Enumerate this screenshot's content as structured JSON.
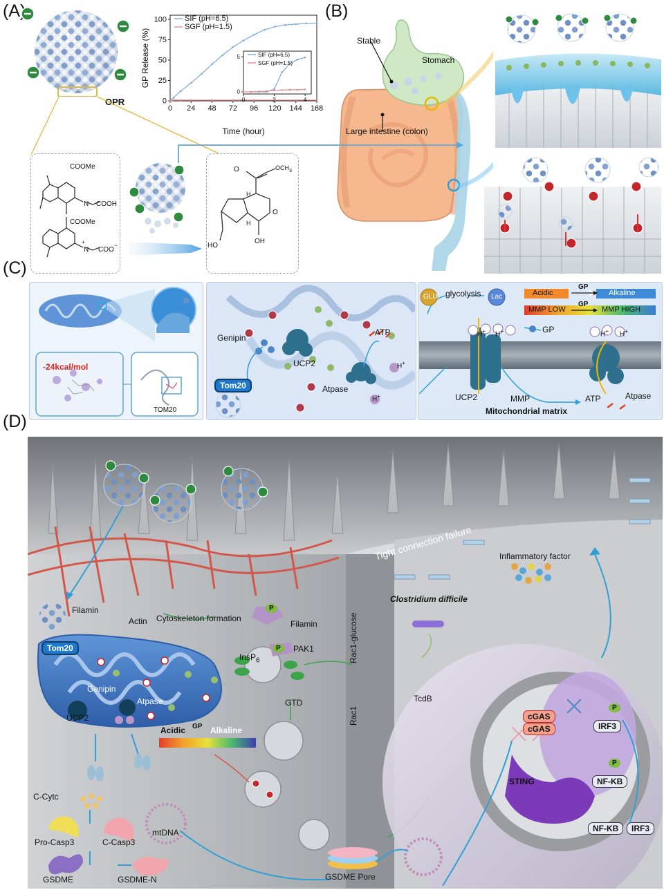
{
  "panels": {
    "a": "(A)",
    "b": "(B)",
    "c": "(C)",
    "d": "(D)"
  },
  "panel_a": {
    "particle_label": "OPR",
    "structure_left": {
      "ester_1": "COOMe",
      "acid_1": "COOH",
      "ester_2": "COOMe",
      "acid_2": "COO",
      "charge_neg": "−",
      "charge_pos": "+",
      "n_1": "N",
      "n_2": "N"
    },
    "structure_right": {
      "ester": "OCH",
      "ester_sub": "3",
      "ho": "HO",
      "oh": "OH",
      "h_top": "H",
      "h_bottom": "H",
      "o_ring": "O",
      "o_carbonyl": "O"
    }
  },
  "chart_data": {
    "type": "line",
    "xlabel": "Time (hour)",
    "ylabel": "GP Release (%)",
    "xlim": [
      0,
      168
    ],
    "ylim": [
      0,
      105
    ],
    "xticks": [
      0,
      24,
      48,
      72,
      96,
      120,
      144,
      168
    ],
    "yticks": [
      0,
      25,
      50,
      75,
      100
    ],
    "legend_position": "top-left",
    "series": [
      {
        "name": "SIF (pH=6.5)",
        "color": "#7aa7dc",
        "x": [
          0,
          4,
          12,
          24,
          36,
          48,
          60,
          72,
          84,
          96,
          108,
          120,
          132,
          144,
          156,
          168
        ],
        "y": [
          0,
          4,
          12,
          22,
          33,
          45,
          56,
          66,
          74,
          81,
          87,
          91,
          93,
          94,
          95,
          95
        ]
      },
      {
        "name": "SGF (pH=1.5)",
        "color": "#e58a8a",
        "x": [
          0,
          4,
          12,
          24,
          48,
          72,
          96,
          120,
          144,
          168
        ],
        "y": [
          0,
          1,
          1,
          1,
          1,
          1,
          1,
          1,
          1,
          1
        ]
      }
    ],
    "inset": {
      "xlim": [
        0,
        4.4
      ],
      "ylim": [
        -0.3,
        5.8
      ],
      "xticks": [
        0,
        2,
        4
      ],
      "yticks": [
        0,
        5
      ],
      "legend_position": "top-left",
      "series": [
        {
          "name": "SIF (pH=6.5)",
          "color": "#7aa7dc",
          "x": [
            0,
            0.5,
            1,
            1.5,
            2,
            2.5,
            3,
            3.5,
            4
          ],
          "y": [
            0,
            0,
            0,
            0,
            0.4,
            2.8,
            4.0,
            4.6,
            4.9
          ]
        },
        {
          "name": "SGF (pH=1.5)",
          "color": "#e58a8a",
          "x": [
            0,
            0.5,
            1,
            1.5,
            2,
            2.5,
            3,
            3.5,
            4
          ],
          "y": [
            0,
            0,
            0.05,
            0.1,
            0.2,
            0.25,
            0.3,
            0.3,
            0.35
          ]
        }
      ]
    }
  },
  "panel_b": {
    "stable": "Stable",
    "stomach": "Stomach",
    "colon": "Large intestine (colon)"
  },
  "panel_c": {
    "energy": "-24kcal/mol",
    "tom20": "TOM20",
    "genipin": "Genipin",
    "ucp2": "UCP2",
    "atpase": "Atpase",
    "atp": "ATP",
    "tom20_pill": "Tom20",
    "glu": "GLU",
    "glycolysis": "glycolysis",
    "lac": "Lac",
    "acidic": "Acidic",
    "alkaline": "Alkaline",
    "gp": "GP",
    "mmp_low": "MMP LOW",
    "mmp_high": "MMP HIGH",
    "gp_label": "GP",
    "ucp2_right": "UCP2",
    "mmp": "MMP",
    "atp_right": "ATP",
    "atpase_right": "Atpase",
    "matrix": "Mitochondrial matrix",
    "h": "H",
    "h_sup": "+"
  },
  "panel_d": {
    "tight": "Tight connection failure",
    "inflammatory": "Inflammatory factor",
    "clostridium": "Clostridium difficile",
    "filamin_left": "Filamin",
    "actin": "Actin",
    "cytoskeleton": "Cytoskeleton formation",
    "filamin_p": "Filamin",
    "pak1": "PAK1",
    "p": "P",
    "tom20": "Tom20",
    "genipin": "Genipin",
    "atpase": "Atpase",
    "ucp2": "UCP2",
    "insp": "InsP",
    "insp_sub": "6",
    "gtd": "GTD",
    "rac1_glucose": "Rac1-glucose",
    "rac1": "Rac1",
    "tcdb": "TcdB",
    "acidic": "Acidic",
    "gp": "GP",
    "alkaline": "Alkaline",
    "c_cytc": "C-Cytc",
    "mtdna": "mtDNA",
    "pro_casp3": "Pro-Casp3",
    "c_casp3": "C-Casp3",
    "gsdme": "GSDME",
    "gsdme_n": "GSDME-N",
    "gsdme_pore": "GSDME Pore",
    "cgas_1": "cGAS",
    "cgas_2": "cGAS",
    "sting": "STING",
    "irf3": "IRF3",
    "nfkb": "NF-KB",
    "nfkb_bottom": "NF-KB",
    "irf3_bottom": "IRF3"
  }
}
